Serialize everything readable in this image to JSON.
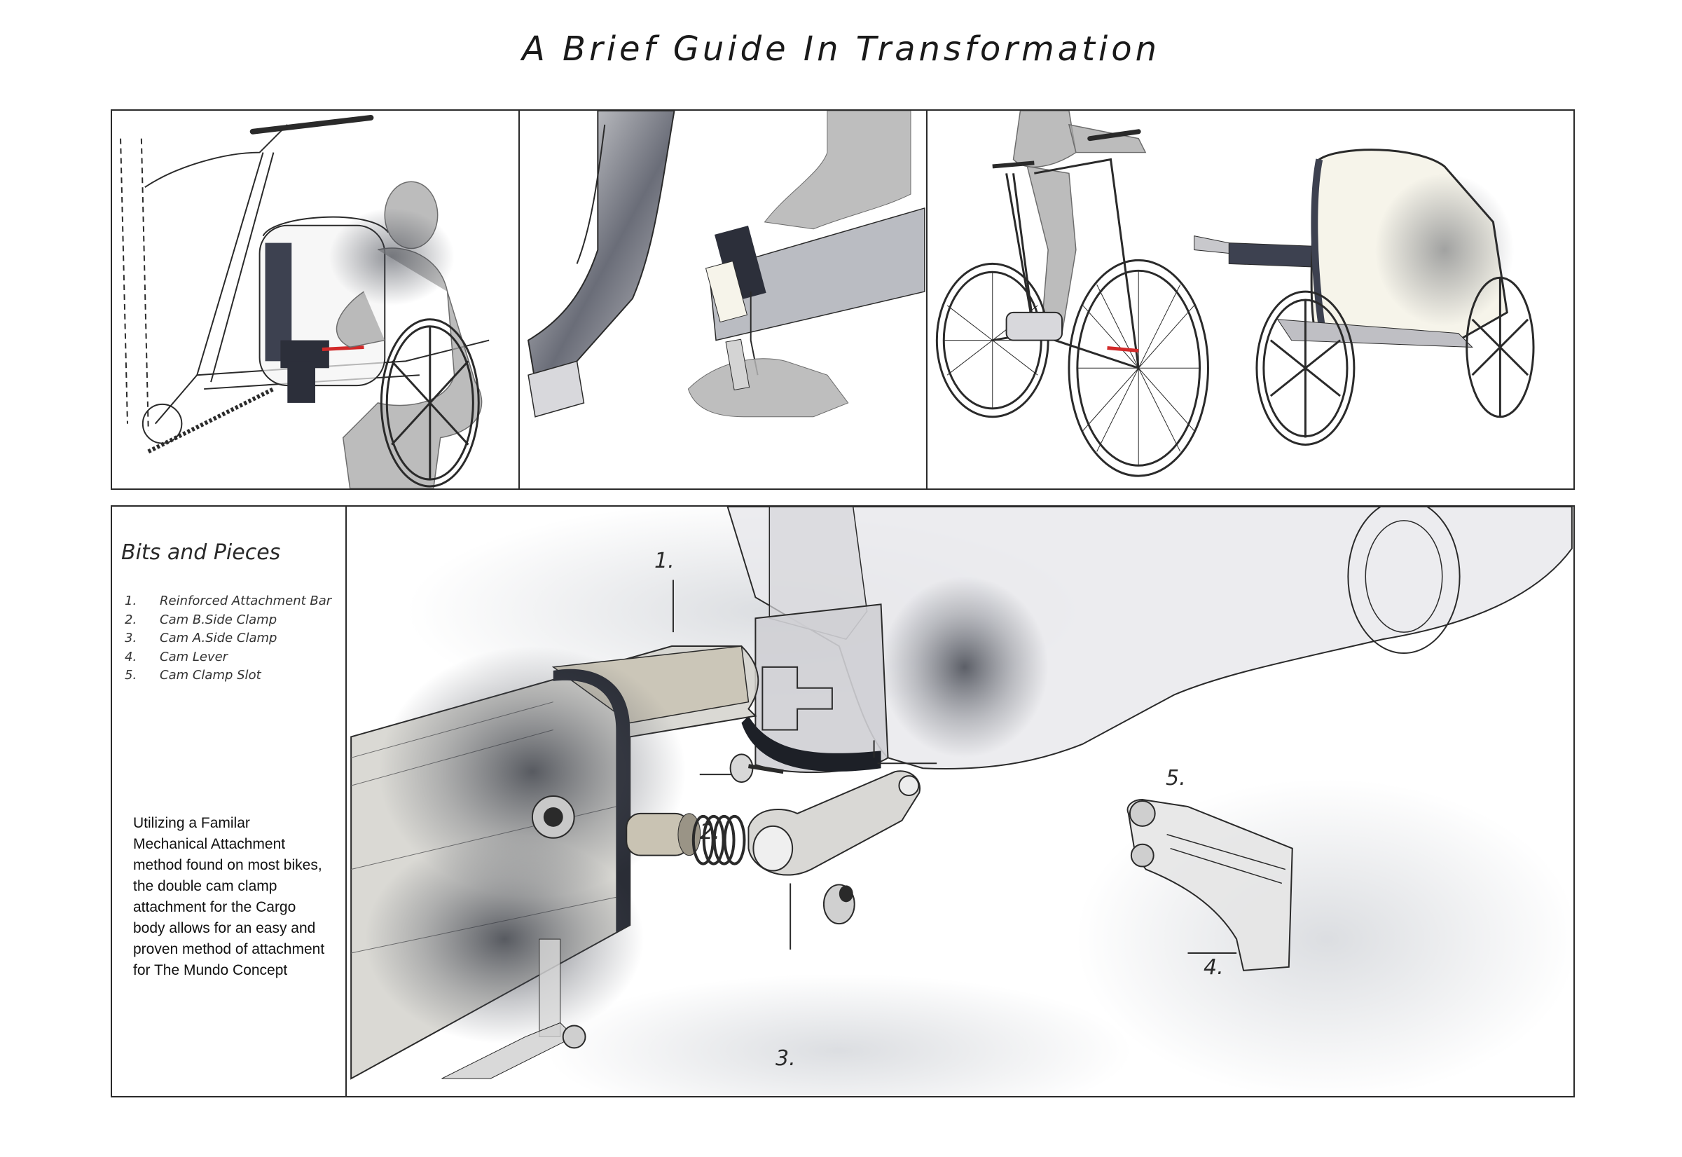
{
  "page": {
    "title": "A Brief Guide In Transformation"
  },
  "bits_and_pieces": {
    "heading": "Bits and Pieces",
    "parts": [
      {
        "num": "1.",
        "label": "Reinforced Attachment Bar"
      },
      {
        "num": "2.",
        "label": "Cam B.Side Clamp"
      },
      {
        "num": "3.",
        "label": "Cam A.Side Clamp"
      },
      {
        "num": "4.",
        "label": "Cam Lever"
      },
      {
        "num": "5.",
        "label": "Cam Clamp Slot"
      }
    ],
    "description": "Utilizing a Familar Mechanical Attachment method found on most bikes, the double cam clamp attachment for the Cargo body allows for an easy and proven method of attachment for The Mundo Concept"
  },
  "callouts": {
    "c1": "1.",
    "c2": "2.",
    "c3": "3.",
    "c4": "4.",
    "c5": "5."
  },
  "colors": {
    "line": "#2a2a2a",
    "smoke": "#3a3e48",
    "accent": "#d22a2a",
    "figure": "#a6a6a6"
  }
}
